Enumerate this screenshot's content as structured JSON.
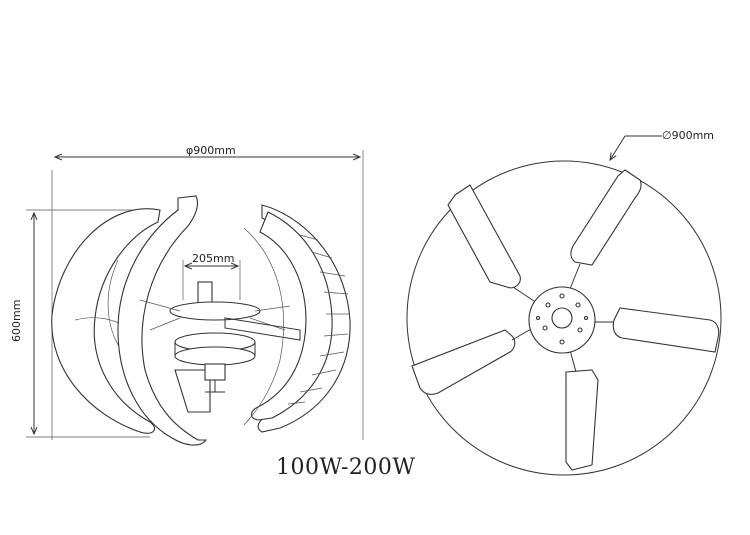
{
  "side_view": {
    "width_label": "φ900mm",
    "height_label": "600mm",
    "hub_label": "205mm"
  },
  "top_view": {
    "diameter_label": "∅900mm"
  },
  "caption": "100W-200W"
}
